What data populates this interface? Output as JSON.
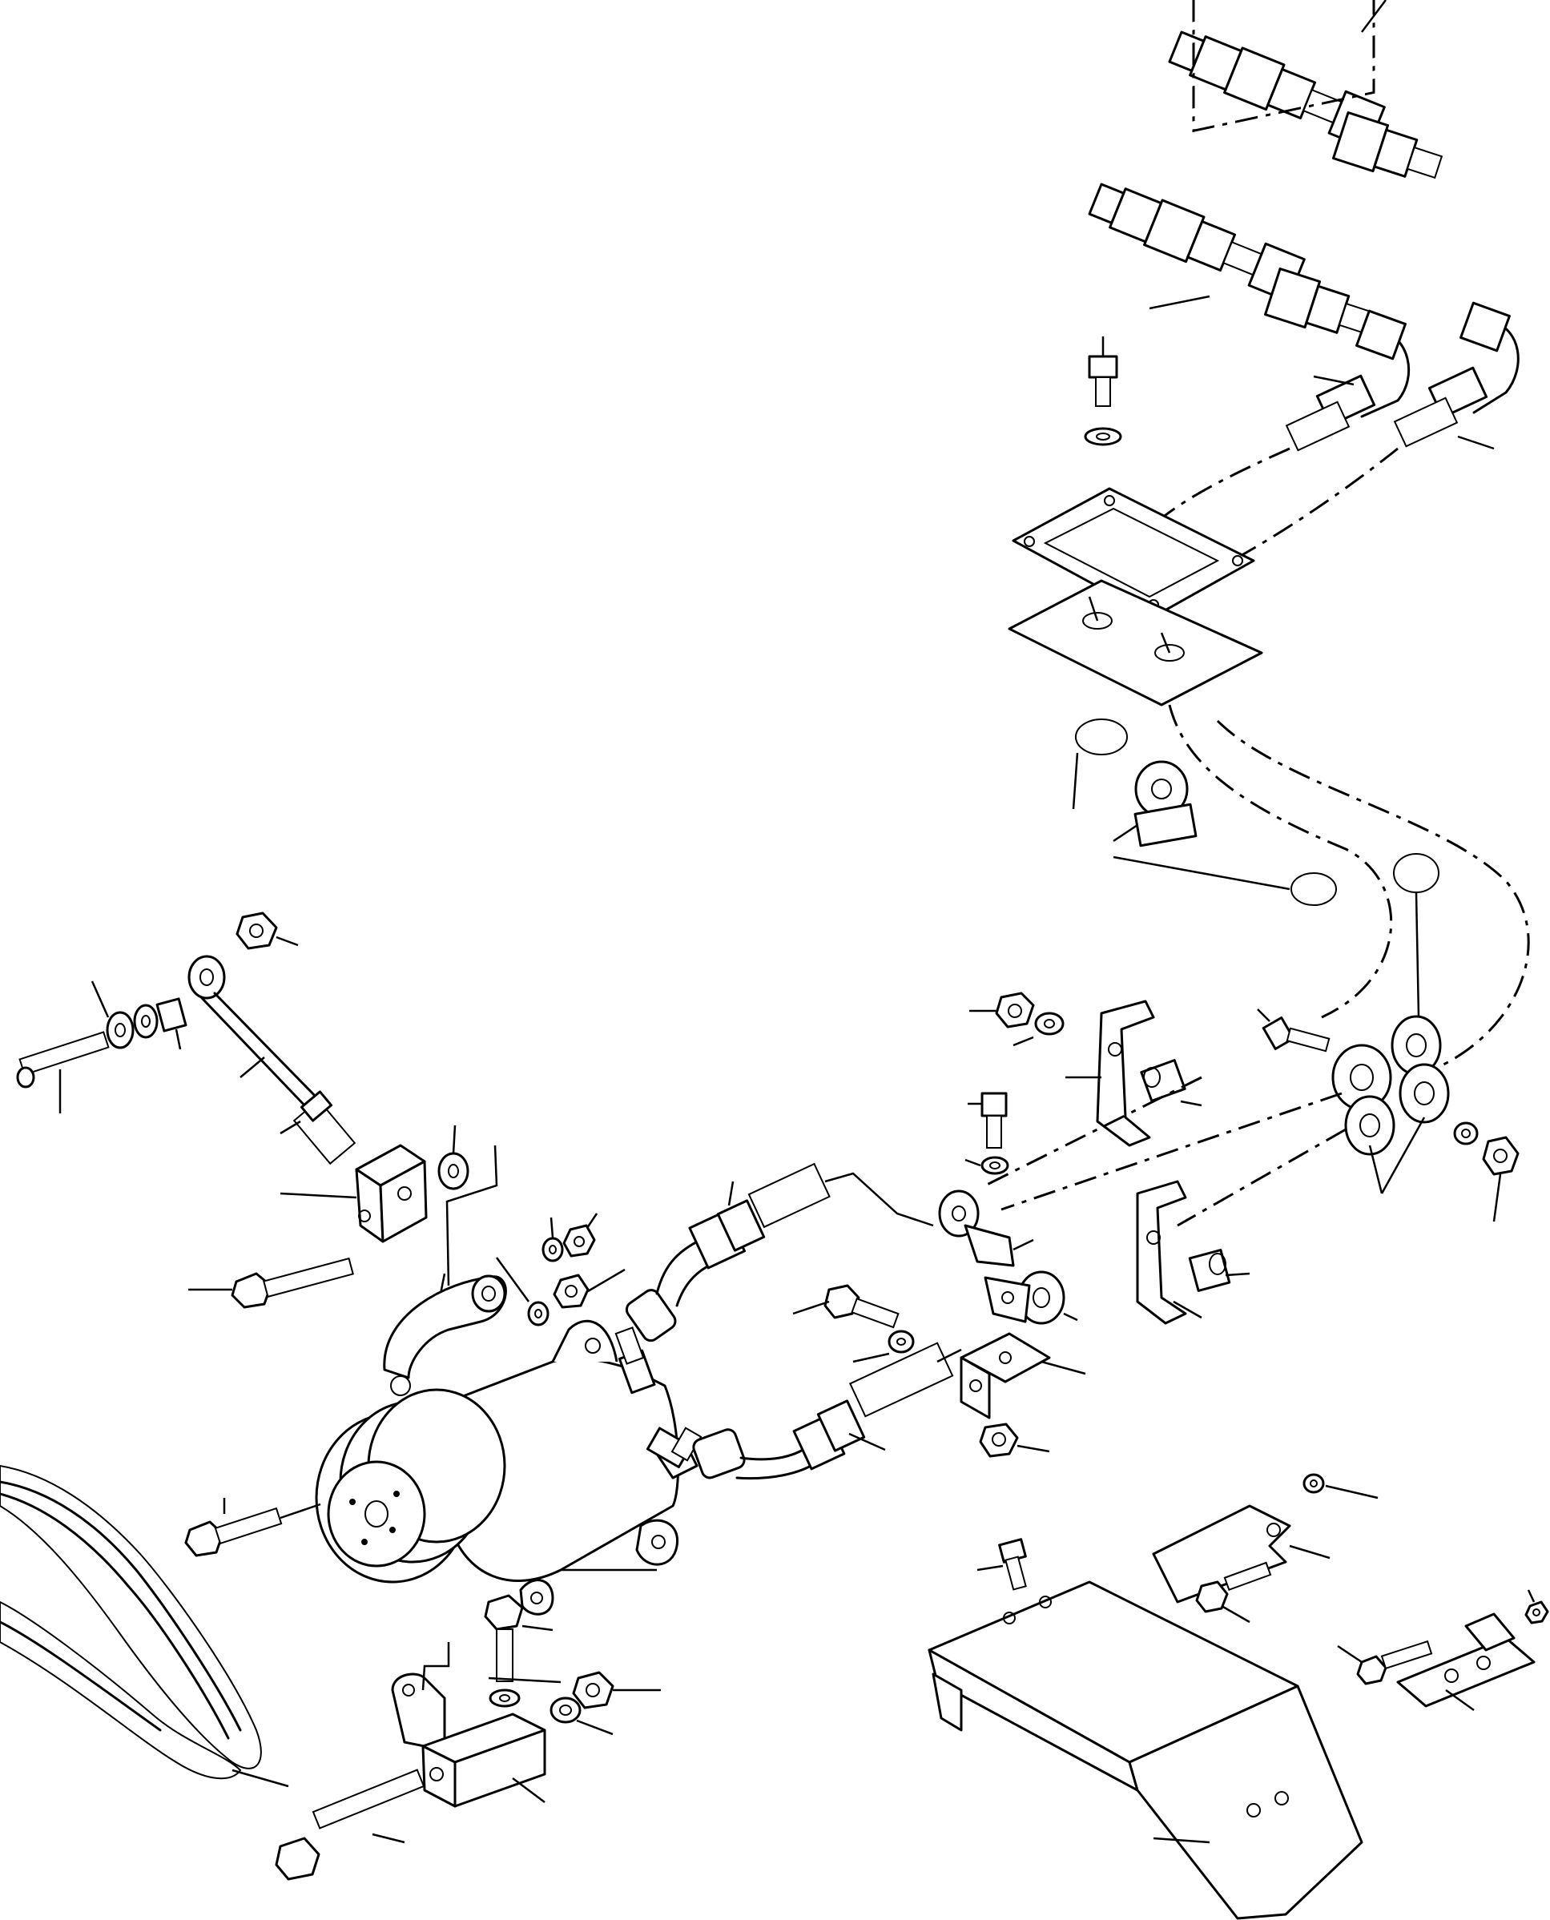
{
  "diagram": {
    "colors": {
      "ink": "#000000",
      "paper": "#ffffff"
    },
    "parts": [
      "fitting-assembly-upper",
      "fitting-assembly-lower",
      "hose-upper",
      "hose-lower",
      "bolt",
      "washer",
      "gasket-plate",
      "seal-plate",
      "o-ring",
      "clamp",
      "bracket",
      "nut",
      "adjusting-rod",
      "tension-block",
      "compressor",
      "compressor-pulley",
      "drive-belt",
      "mounting-block",
      "suction-hose",
      "discharge-hose",
      "guard-bracket",
      "plate"
    ]
  }
}
